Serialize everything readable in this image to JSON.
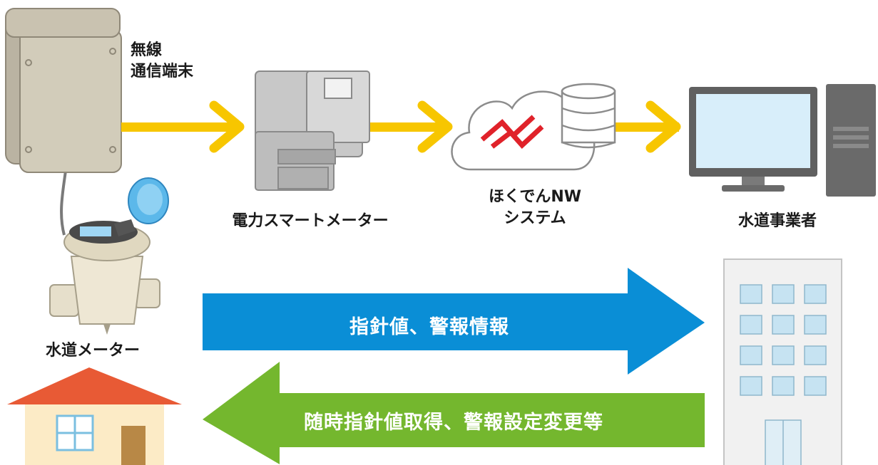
{
  "labels": {
    "wireless_terminal_line1": "無線",
    "wireless_terminal_line2": "通信端末",
    "smart_meter": "電力スマートメーター",
    "system_line1": "ほくでんNW",
    "system_line2": "システム",
    "water_utility": "水道事業者",
    "water_meter": "水道メーター"
  },
  "arrows": {
    "upstream_label": "指針値、警報情報",
    "downstream_label": "随時指針値取得、警報設定変更等"
  },
  "colors": {
    "flow_yellow": "#f7c600",
    "upstream_blue": "#0a8ed6",
    "downstream_green": "#74b72e",
    "roof_red": "#e85a35",
    "cloud_logo_red": "#e0222a"
  }
}
